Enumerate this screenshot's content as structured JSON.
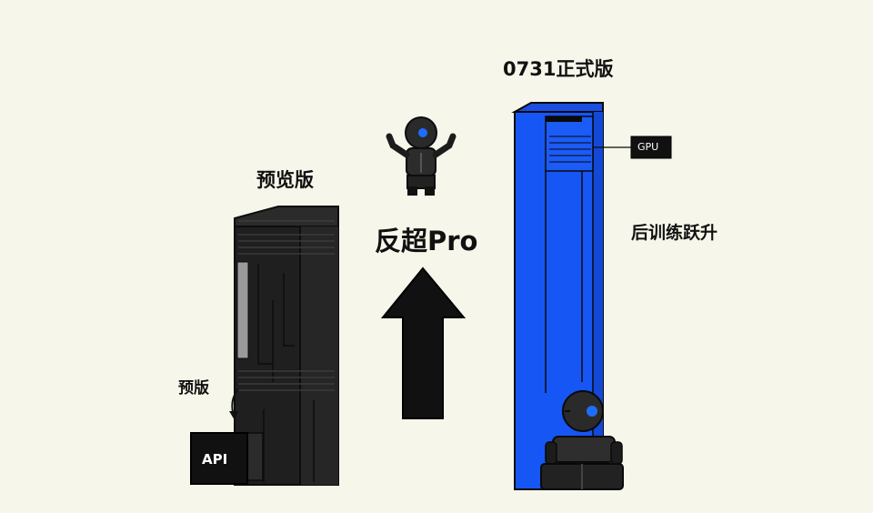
{
  "labels": {
    "preview_tower": "预览版",
    "pre_release": "预版",
    "api_box": "API",
    "center_caption": "反超Pro",
    "release_tower": "0731正式版",
    "gpu_tag": "GPU",
    "post_training": "后训练跃升"
  },
  "colors": {
    "background": "#f6f6ea",
    "server_black": "#1c1c1c",
    "release_blue": "#1656f4",
    "text": "#111111"
  },
  "icons": {
    "robot_small": "robot-waving-icon",
    "robot_large": "robot-peeking-icon",
    "arrow": "up-arrow-icon"
  }
}
